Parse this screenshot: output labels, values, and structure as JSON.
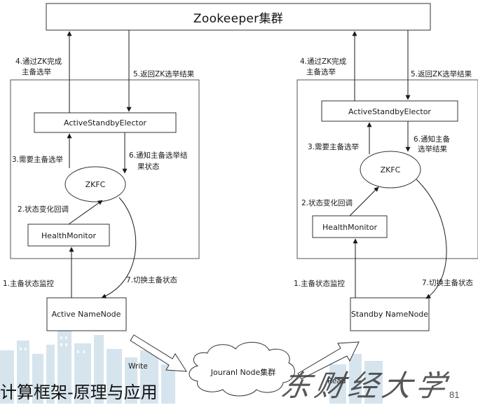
{
  "zookeeper": {
    "title": "Zookeeper集群"
  },
  "active": {
    "elector": "ActiveStandbyElector",
    "zkfc": "ZKFC",
    "health": "HealthMonitor",
    "namenode": "Active NameNode",
    "labels": {
      "step4_line1": "4.通过ZK完成",
      "step4_line2": "主备选举",
      "step5": "5.返回ZK选举结果",
      "step3": "3.需要主备选举",
      "step6_line1": "6.通知主备选举结",
      "step6_line2": "果状态",
      "step2": "2.状态变化回调",
      "step1": "1.主备状态监控",
      "step7": "7.切换主备状态"
    }
  },
  "standby": {
    "elector": "ActiveStandbyElector",
    "zkfc": "ZKFC",
    "health": "HealthMonitor",
    "namenode": "Standby NameNode",
    "labels": {
      "step4_line1": "4.通过ZK完成",
      "step4_line2": "主备选举",
      "step5": "5.返回ZK选举结果",
      "step3": "3.需要主备选举",
      "step6_line1": "6.通知主备",
      "step6_line2": "选举结果",
      "step2": "2.状态变化回调",
      "step1": "1.主备状态监控",
      "step7": "7.切换主备状态"
    }
  },
  "journal": {
    "label": "Jouranl Node集群",
    "write": "Write",
    "read": "Read"
  },
  "footer": {
    "title": "计算框架-原理与应用",
    "page_number": "81",
    "watermark": "东财经大学"
  },
  "colors": {
    "line": "#1a1a1a",
    "box_border": "#333333",
    "skyline": "#c9dbe8"
  }
}
